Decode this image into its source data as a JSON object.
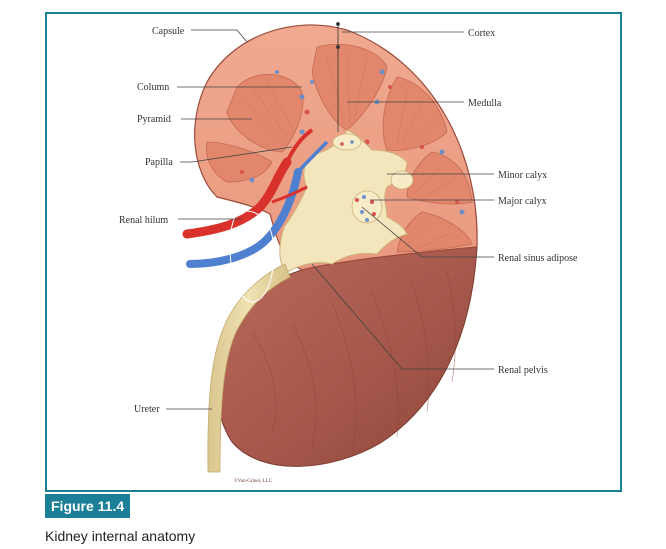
{
  "figure": {
    "number": "Figure 11.4",
    "caption": "Kidney internal anatomy",
    "copyright": "©Van-Griner, LLC",
    "accent_color": "#1a7f97"
  },
  "labels": {
    "capsule": "Capsule",
    "column": "Column",
    "pyramid": "Pyramid",
    "papilla": "Papilla",
    "renal_hilum": "Renal hilum",
    "ureter": "Ureter",
    "cortex": "Cortex",
    "medulla": "Medulla",
    "minor_calyx": "Minor calyx",
    "major_calyx": "Major calyx",
    "renal_sinus_adipose": "Renal sinus adipose",
    "renal_pelvis": "Renal pelvis"
  }
}
